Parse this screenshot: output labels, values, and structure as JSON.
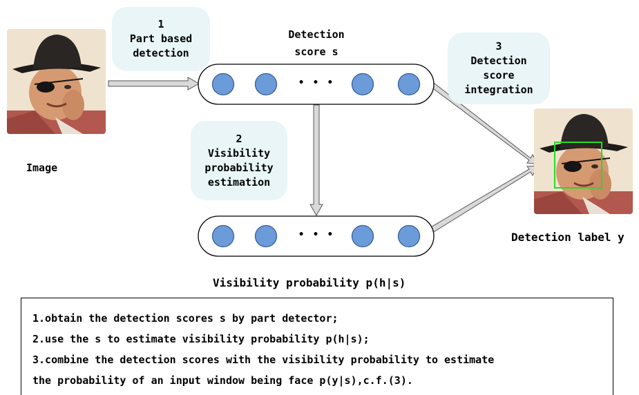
{
  "labels": {
    "image": "Image",
    "detection_score": [
      "Detection",
      "score s"
    ],
    "detection_label": "Detection label y",
    "visibility_probability": "Visibility probability p(h|s)",
    "ellipsis": "• • •"
  },
  "steps": [
    {
      "number": "1",
      "text": [
        "Part based",
        "detection"
      ]
    },
    {
      "number": "2",
      "text": [
        "Visibility",
        "probability",
        "estimation"
      ]
    },
    {
      "number": "3",
      "text": [
        "Detection",
        "score",
        "integration"
      ]
    }
  ],
  "notes": [
    "1.obtain the detection scores s by part detector;",
    "2.use the s to estimate visibility probability p(h|s);",
    "3.combine the detection scores with the visibility probability to estimate",
    "the probability of an input window being face p(y|s),c.f.(3)."
  ],
  "colors": {
    "node_fill": "#6b9bd8",
    "node_stroke": "#3a5f99",
    "bubble_fill": "#e9f5f7",
    "detection_box": "#22dd22",
    "arrow_fill": "#d9d9d9"
  }
}
